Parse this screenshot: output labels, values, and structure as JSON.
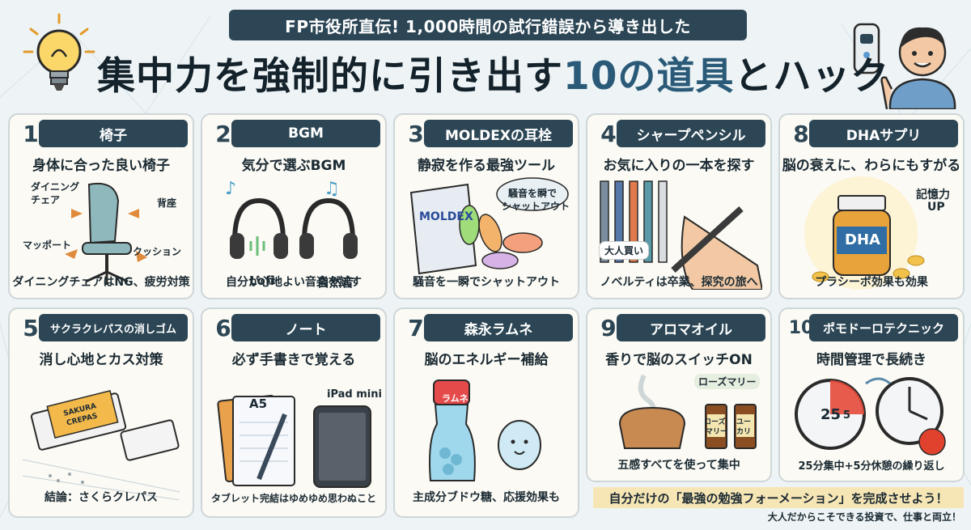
{
  "header": {
    "banner": "FP市役所直伝! 1,000時間の試行錯誤から導き出した",
    "title_main": "集中力を強制的に引き出す",
    "title_accent": "10の道具",
    "title_end": "とハック"
  },
  "cards": [
    {
      "num": "1",
      "title": "椅子",
      "subtitle": "身体に合った良い椅子",
      "footer": "ダイニングチェアはNG、疲労対策",
      "labels": [
        "ダイニング",
        "チェア",
        "背座",
        "マッポート",
        "クッション"
      ]
    },
    {
      "num": "2",
      "title": "BGM",
      "subtitle": "気分で選ぶBGM",
      "footer": "自分が心地よい音楽を試す",
      "labels": [
        "Lofi",
        "自然音"
      ]
    },
    {
      "num": "3",
      "title": "MOLDEXの耳栓",
      "subtitle": "静寂を作る最強ツール",
      "footer": "騒音を一瞬でシャットアウト",
      "labels": [
        "騒音を瞬で",
        "シャットアウト",
        "MOLDEX"
      ]
    },
    {
      "num": "4",
      "title": "シャープペンシル",
      "subtitle": "お気に入りの一本を探す",
      "footer": "ノベルティは卒業、探究の旅へ",
      "labels": [
        "大人買い"
      ]
    },
    {
      "num": "8",
      "title": "DHAサプリ",
      "subtitle": "脳の衰えに、わらにもすがる",
      "footer": "プラシーボ効果も効果",
      "labels": [
        "記憶力",
        "UP",
        "DHA"
      ]
    },
    {
      "num": "5",
      "title": "サクラクレパスの消しゴム",
      "subtitle": "消し心地とカス対策",
      "footer": "結論：さくらクレパス",
      "labels": [
        "SAKURA",
        "CREPAS"
      ]
    },
    {
      "num": "6",
      "title": "ノート",
      "subtitle": "必ず手書きで覚える",
      "footer": "タブレット完結はゆめゆめ思わぬこと",
      "labels": [
        "A5",
        "iPad mini"
      ]
    },
    {
      "num": "7",
      "title": "森永ラムネ",
      "subtitle": "脳のエネルギー補給",
      "footer": "主成分ブドウ糖、応援効果も",
      "labels": [
        "ラムネ"
      ]
    },
    {
      "num": "9",
      "title": "アロマオイル",
      "subtitle": "香りで脳のスイッチON",
      "footer": "五感すべてを使って集中",
      "labels": [
        "ローズマリー",
        "ローズ",
        "マリー",
        "ユー",
        "カリ"
      ]
    },
    {
      "num": "10",
      "title": "ポモドーロテクニック",
      "subtitle": "時間管理で長続き",
      "footer": "25分集中+5分休憩の繰り返し",
      "labels": [
        "25",
        "5"
      ]
    }
  ],
  "bottom": {
    "banner": "自分だけの「最強の勉強フォーメーション」を完成させよう！",
    "sub": "大人だからこそできる投資で、仕事と両立！"
  },
  "colors": {
    "navy": "#2c4655",
    "accent": "#2a5a78",
    "cream": "#fbfaf4",
    "highlight": "#f7e6b5"
  }
}
